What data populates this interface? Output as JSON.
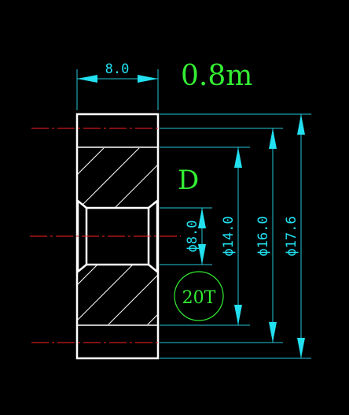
{
  "drawing": {
    "module_label": "0.8m",
    "bore_type_label": "D",
    "teeth_label": "20T",
    "dimensions": {
      "width": "8.0",
      "bore": "ϕ8.0",
      "hub": "ϕ14.0",
      "pitch": "ϕ16.0",
      "outer": "ϕ17.6"
    }
  },
  "colors": {
    "background": "#000000",
    "outline": "#ffffff",
    "dimension": "#22e0f0",
    "centerline": "#ff2020",
    "label": "#33ee33"
  }
}
